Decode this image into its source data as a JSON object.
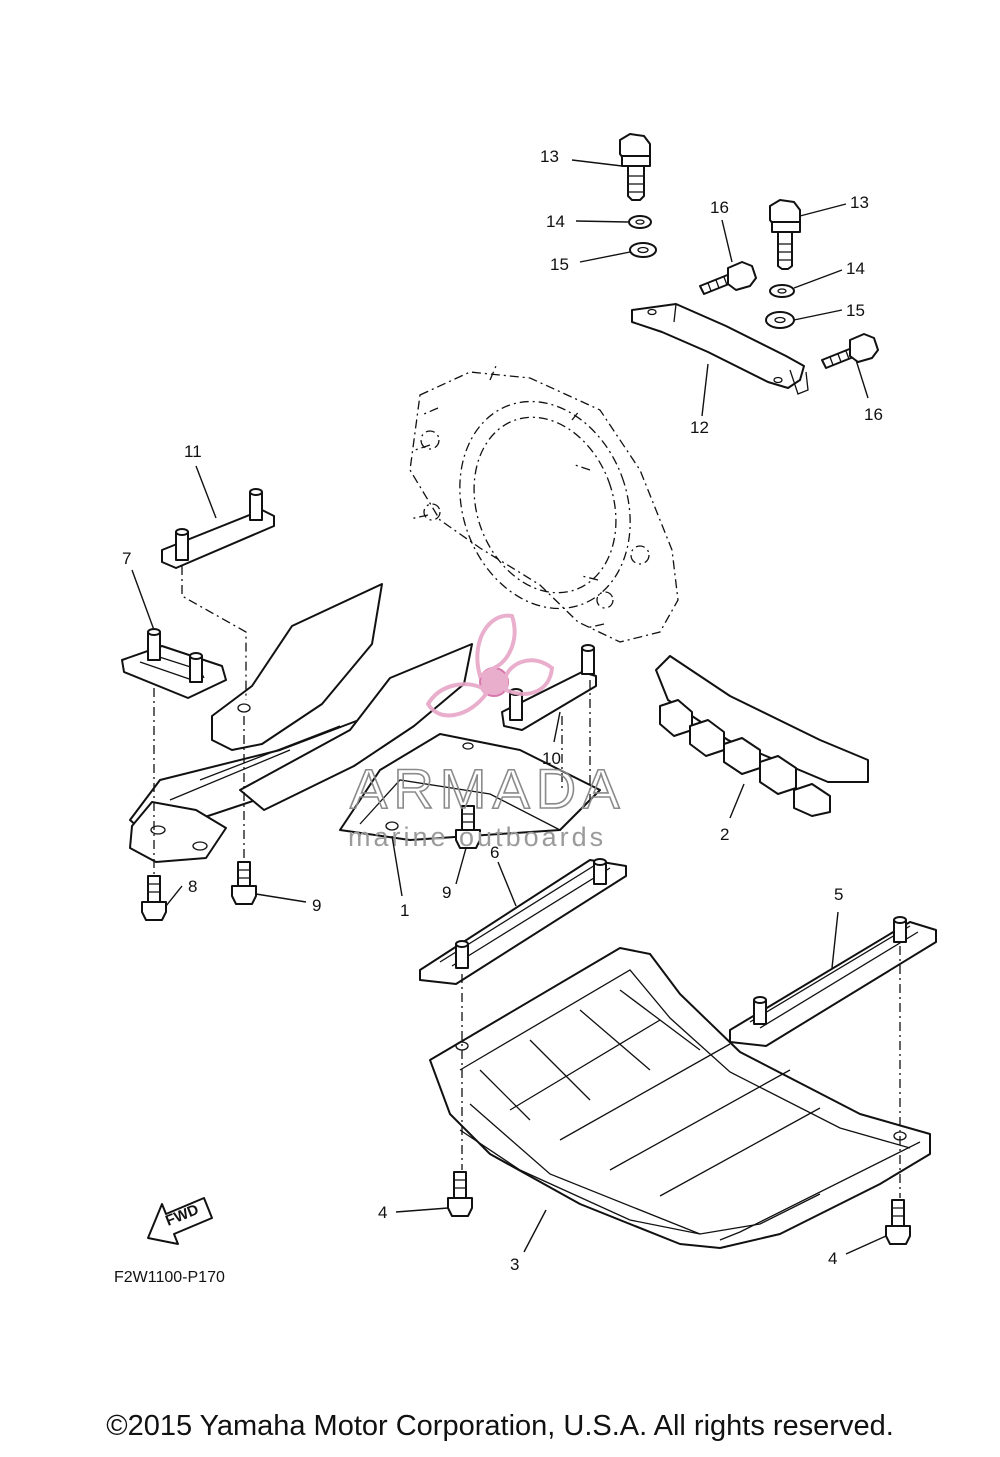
{
  "diagram": {
    "callouts": {
      "c1": "1",
      "c2": "2",
      "c3": "3",
      "c4a": "4",
      "c4b": "4",
      "c5": "5",
      "c6": "6",
      "c7": "7",
      "c8": "8",
      "c9a": "9",
      "c9b": "9",
      "c10": "10",
      "c11": "11",
      "c12": "12",
      "c13a": "13",
      "c13b": "13",
      "c14a": "14",
      "c14b": "14",
      "c15a": "15",
      "c15b": "15",
      "c16a": "16",
      "c16b": "16"
    },
    "fwd_label": "FWD",
    "diagram_code": "F2W1100-P170"
  },
  "watermark": {
    "brand": "ARMADA",
    "tagline": "marine outboards",
    "colors": {
      "logo": "#e8a6c8",
      "logo_dark": "#d36aa4",
      "text": "#8a8a8a"
    }
  },
  "footer": {
    "copyright": "©2015 Yamaha Motor Corporation, U.S.A. All rights reserved."
  }
}
